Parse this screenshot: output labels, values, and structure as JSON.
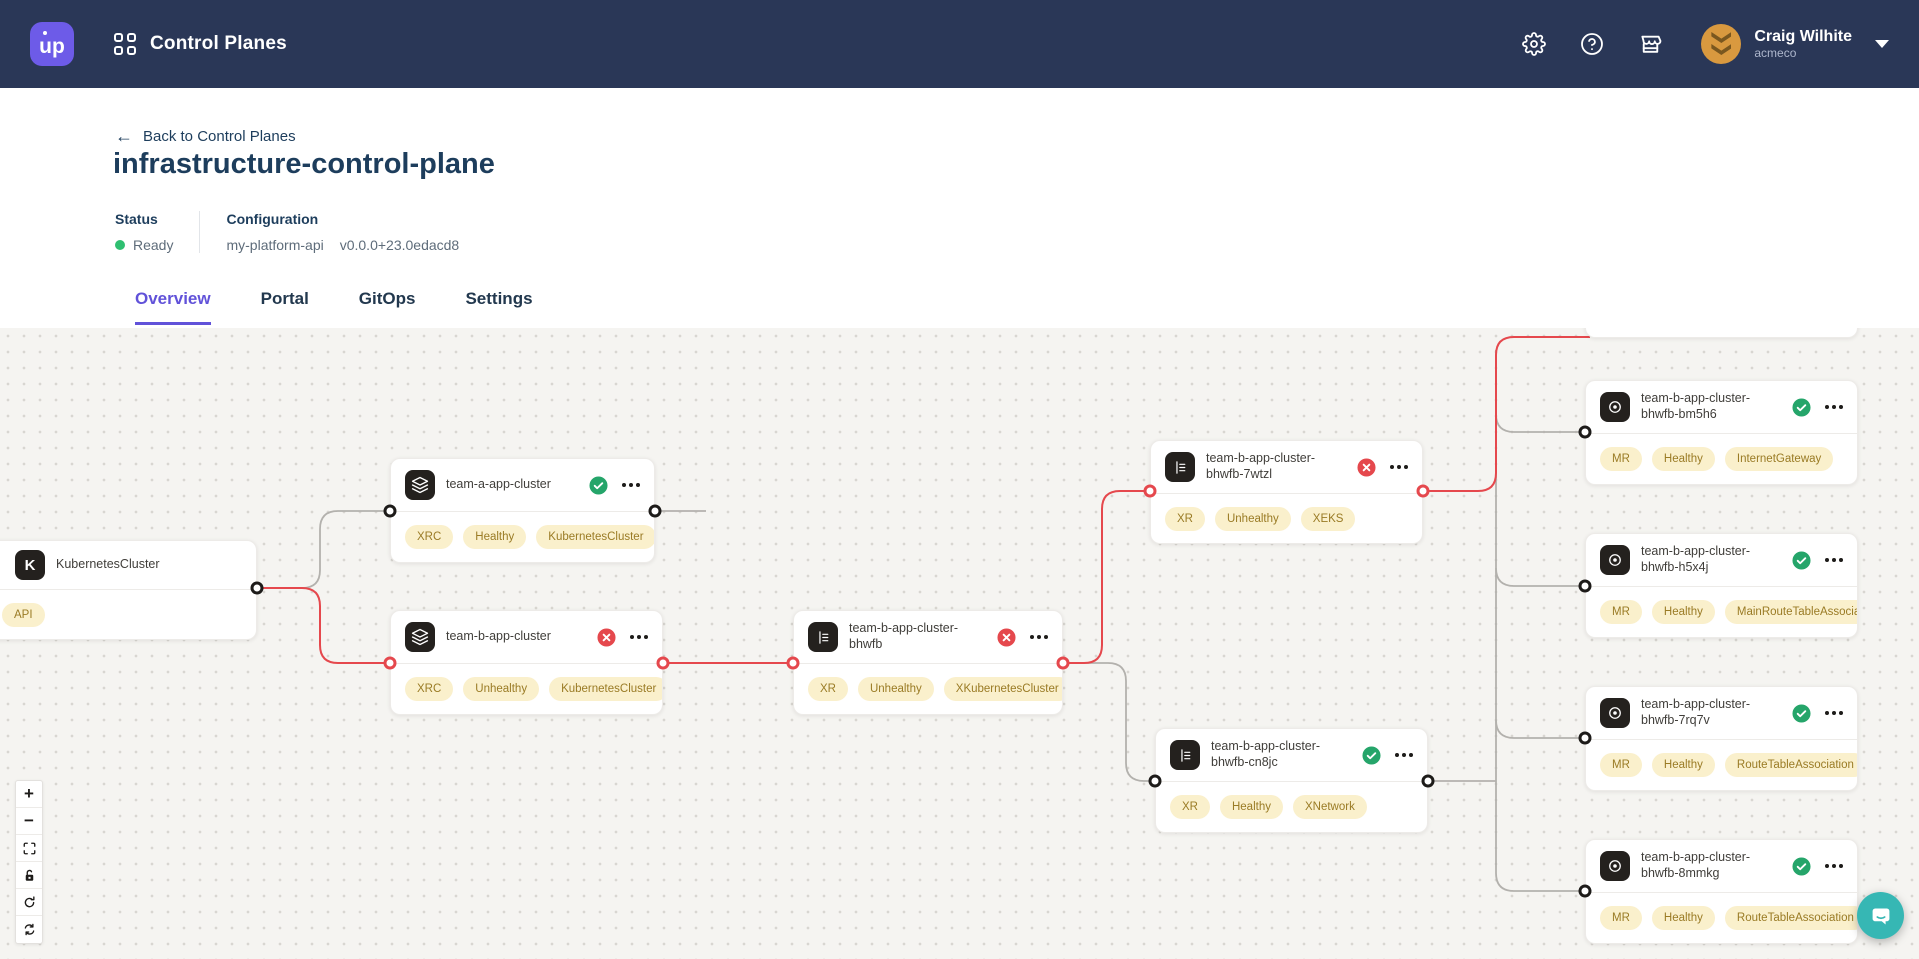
{
  "navbar": {
    "logo_text": "up",
    "app_title": "Control Planes",
    "icons": [
      "settings-gear-icon",
      "help-icon",
      "marketplace-icon"
    ],
    "user": {
      "name": "Craig Wilhite",
      "org": "acmeco"
    }
  },
  "header": {
    "back_label": "Back to Control Planes",
    "title": "infrastructure-control-plane",
    "status_label": "Status",
    "status_value": "Ready",
    "config_label": "Configuration",
    "config_name": "my-platform-api",
    "config_version": "v0.0.0+23.0edacd8"
  },
  "tabs": [
    {
      "label": "Overview",
      "active": true
    },
    {
      "label": "Portal",
      "active": false
    },
    {
      "label": "GitOps",
      "active": false
    },
    {
      "label": "Settings",
      "active": false
    }
  ],
  "canvas": {
    "nodes": [
      {
        "id": "kubernetescluster",
        "label": "KubernetesCluster",
        "icon": "kubernetes-k-icon",
        "status": "none",
        "badges": [
          "API"
        ]
      },
      {
        "id": "team-a-app-cluster",
        "label": "team-a-app-cluster",
        "icon": "layers-icon",
        "status": "healthy",
        "badges": [
          "XRC",
          "Healthy",
          "KubernetesCluster"
        ]
      },
      {
        "id": "team-b-app-cluster",
        "label": "team-b-app-cluster",
        "icon": "layers-icon",
        "status": "unhealthy",
        "badges": [
          "XRC",
          "Unhealthy",
          "KubernetesCluster"
        ]
      },
      {
        "id": "team-b-app-cluster-bhwfb",
        "label": "team-b-app-cluster-bhwfb",
        "icon": "rows-icon",
        "status": "unhealthy",
        "badges": [
          "XR",
          "Unhealthy",
          "XKubernetesCluster"
        ]
      },
      {
        "id": "team-b-app-cluster-bhwfb-7wtzl",
        "label": "team-b-app-cluster-bhwfb-7wtzl",
        "icon": "rows-icon",
        "status": "unhealthy",
        "badges": [
          "XR",
          "Unhealthy",
          "XEKS"
        ]
      },
      {
        "id": "team-b-app-cluster-bhwfb-cn8jc",
        "label": "team-b-app-cluster-bhwfb-cn8jc",
        "icon": "rows-icon",
        "status": "healthy",
        "badges": [
          "XR",
          "Healthy",
          "XNetwork"
        ]
      },
      {
        "id": "team-b-app-cluster-bhwfb-bm5h6",
        "label": "team-b-app-cluster-bhwfb-bm5h6",
        "icon": "target-icon",
        "status": "healthy",
        "badges": [
          "MR",
          "Healthy",
          "InternetGateway"
        ]
      },
      {
        "id": "team-b-app-cluster-bhwfb-h5x4j",
        "label": "team-b-app-cluster-bhwfb-h5x4j",
        "icon": "target-icon",
        "status": "healthy",
        "badges": [
          "MR",
          "Healthy",
          "MainRouteTableAssociation"
        ]
      },
      {
        "id": "team-b-app-cluster-bhwfb-7rq7v",
        "label": "team-b-app-cluster-bhwfb-7rq7v",
        "icon": "target-icon",
        "status": "healthy",
        "badges": [
          "MR",
          "Healthy",
          "RouteTableAssociation"
        ]
      },
      {
        "id": "team-b-app-cluster-bhwfb-8mmkg",
        "label": "team-b-app-cluster-bhwfb-8mmkg",
        "icon": "target-icon",
        "status": "healthy",
        "badges": [
          "MR",
          "Healthy",
          "RouteTableAssociation"
        ]
      }
    ],
    "view_controls": [
      "zoom-in-icon",
      "zoom-out-icon",
      "fit-view-icon",
      "lock-icon",
      "rotate-icon",
      "sync-icon"
    ]
  },
  "colors": {
    "navbar_bg": "#2A3757",
    "logo_purple": "#6D5BE8",
    "active_tab_purple": "#6152D9",
    "dark_text": "#1D3D5C",
    "status_green": "#2FBF71",
    "healthy_green": "#25A56A",
    "error_red": "#E5484D",
    "edge_gray": "#B3B1AD",
    "badge_bg": "#FAF0CC",
    "badge_text": "#9A7B25",
    "canvas_bg": "#F5F4F1",
    "chat_teal": "#36B7B4"
  }
}
